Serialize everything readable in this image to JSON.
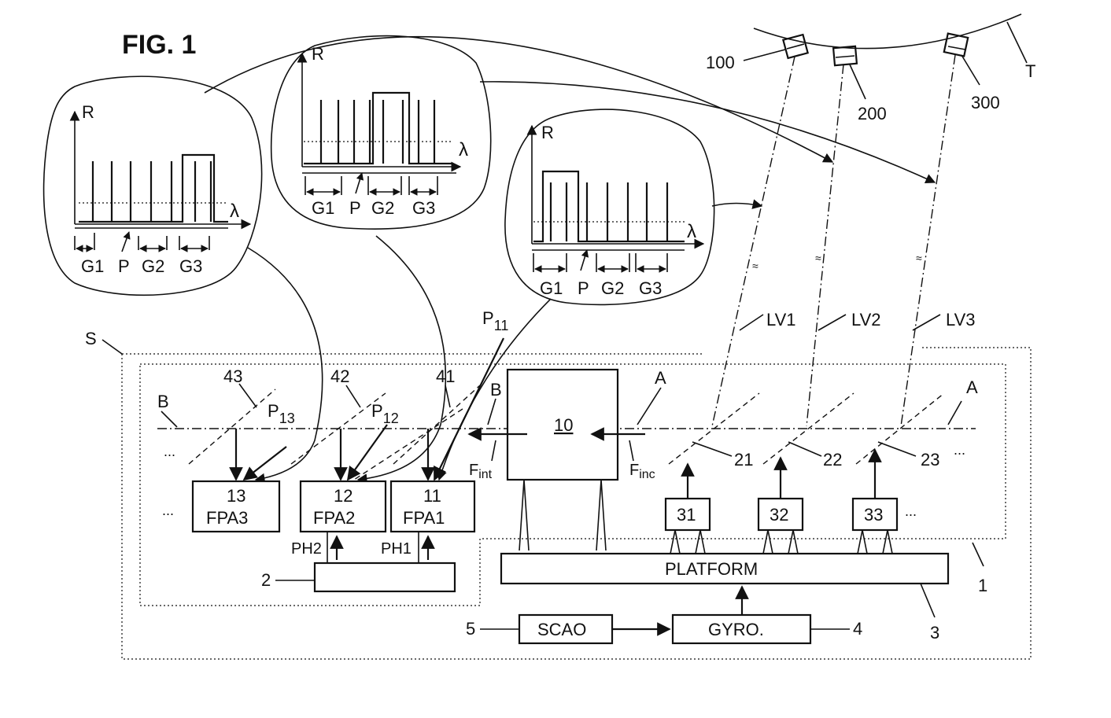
{
  "figure": {
    "title": "FIG. 1"
  },
  "spectra": {
    "axis_r": "R",
    "axis_lambda": "λ",
    "g1": "G1",
    "p": "P",
    "g2": "G2",
    "g3": "G3"
  },
  "satellites": {
    "s100": "100",
    "s200": "200",
    "s300": "300",
    "orbit": "T"
  },
  "lines_of_sight": {
    "lv1": "LV1",
    "lv2": "LV2",
    "lv3": "LV3"
  },
  "system": {
    "s": "S",
    "ref1": "1",
    "ref2": "2",
    "ref3": "3",
    "ref4": "4",
    "ref5": "5"
  },
  "axes": {
    "a_left": "A",
    "a_right": "A",
    "b_left": "B",
    "b_mid": "B"
  },
  "telescope": {
    "label": "10",
    "f_int": "F",
    "f_int_sub": "int",
    "f_inc": "F",
    "f_inc_sub": "inc"
  },
  "filters": {
    "f41": "41",
    "f42": "42",
    "f43": "43",
    "f21": "21",
    "f22": "22",
    "f23": "23"
  },
  "paths": {
    "p11": "P",
    "p11_sub": "11",
    "p12": "P",
    "p12_sub": "12",
    "p13": "P",
    "p13_sub": "13"
  },
  "detectors": {
    "fpa1_num": "11",
    "fpa1_name": "FPA1",
    "fpa2_num": "12",
    "fpa2_name": "FPA2",
    "fpa3_num": "13",
    "fpa3_name": "FPA3"
  },
  "photo": {
    "ph1": "PH1",
    "ph2": "PH2"
  },
  "actuators": {
    "a31": "31",
    "a32": "32",
    "a33": "33"
  },
  "blocks": {
    "platform": "PLATFORM",
    "gyro": "GYRO.",
    "scao": "SCAO"
  },
  "ellipsis": "..."
}
